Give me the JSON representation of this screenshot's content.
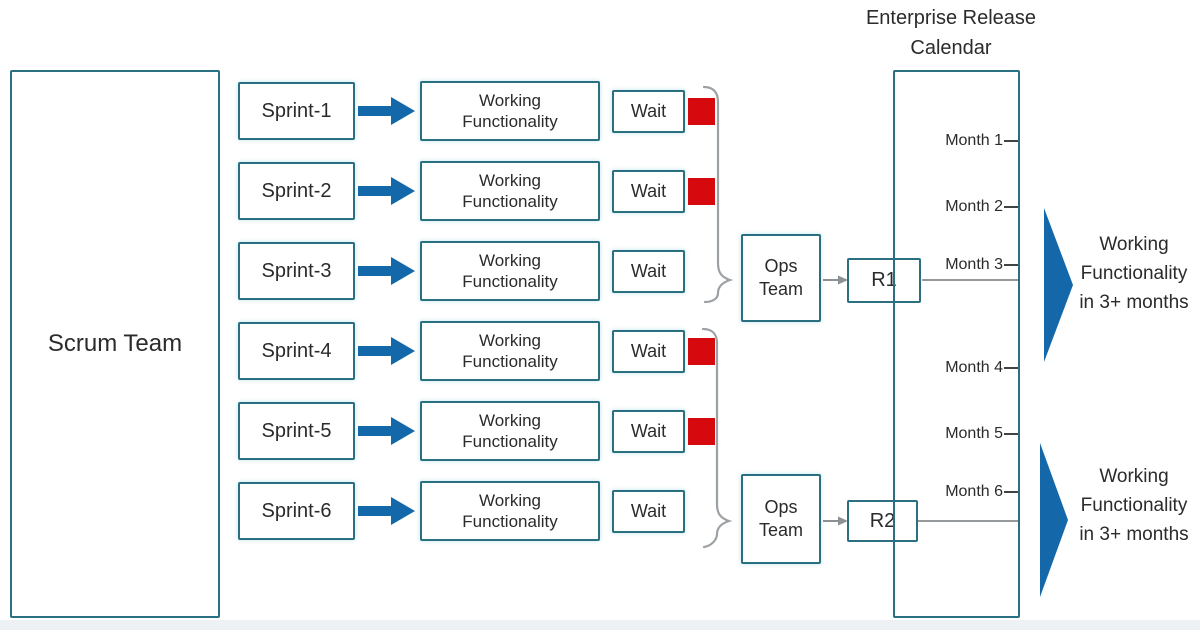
{
  "header": {
    "title_line1": "Enterprise Release",
    "title_line2": "Calendar"
  },
  "scrum_team_label": "Scrum Team",
  "rows": [
    {
      "sprint": "Sprint-1",
      "output": "Working Functionality",
      "wait_label": "Wait",
      "blocked": true
    },
    {
      "sprint": "Sprint-2",
      "output": "Working Functionality",
      "wait_label": "Wait",
      "blocked": true
    },
    {
      "sprint": "Sprint-3",
      "output": "Working Functionality",
      "wait_label": "Wait",
      "blocked": false
    },
    {
      "sprint": "Sprint-4",
      "output": "Working Functionality",
      "wait_label": "Wait",
      "blocked": true
    },
    {
      "sprint": "Sprint-5",
      "output": "Working Functionality",
      "wait_label": "Wait",
      "blocked": true
    },
    {
      "sprint": "Sprint-6",
      "output": "Working Functionality",
      "wait_label": "Wait",
      "blocked": false
    }
  ],
  "ops_team_label": "Ops Team",
  "releases": [
    {
      "label": "R1"
    },
    {
      "label": "R2"
    }
  ],
  "calendar": {
    "months": [
      "Month 1",
      "Month 2",
      "Month 3",
      "Month 4",
      "Month 5",
      "Month 6"
    ]
  },
  "outcomes": [
    {
      "line1": "Working",
      "line2": "Functionality",
      "line3": "in 3+ months"
    },
    {
      "line1": "Working",
      "line2": "Functionality",
      "line3": "in 3+ months"
    }
  ],
  "colors": {
    "flow_arrow_blue": "#1268a8",
    "box_border_teal": "#2a7080",
    "blocked_red": "#d6090f",
    "connector_gray": "#9ca1a5",
    "text": "#2b2b2b"
  }
}
